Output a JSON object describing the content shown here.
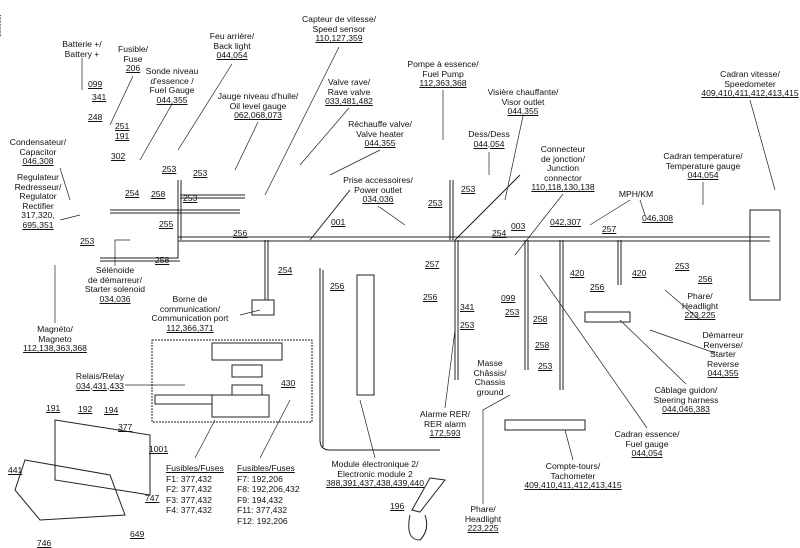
{
  "document_id": "4380607",
  "callouts": [
    {
      "lines": [
        "Batterie +/",
        "Battery +"
      ],
      "code": ""
    },
    {
      "lines": [
        "Fusible/",
        "Fuse"
      ],
      "code": "206"
    },
    {
      "lines": [
        "Sonde niveau",
        "d'essence /",
        "Fuel Gauge"
      ],
      "code": "044,355"
    },
    {
      "lines": [
        "Feu arrière/",
        "Back light"
      ],
      "code": "044,054"
    },
    {
      "lines": [
        "Jauge niveau d'huile/",
        "Oil level gauge"
      ],
      "code": "062,068,073"
    },
    {
      "lines": [
        "Capteur de vitesse/",
        "Speed sensor"
      ],
      "code": "110,127,359"
    },
    {
      "lines": [
        "Valve rave/",
        "Rave valve"
      ],
      "code": "033,481,482"
    },
    {
      "lines": [
        "Réchauffe valve/",
        "Valve heater"
      ],
      "code": "044,355"
    },
    {
      "lines": [
        "Prise accessoires/",
        "Power outlet"
      ],
      "code": "034,036"
    },
    {
      "lines": [
        "Pompe à essence/",
        "Fuel Pump"
      ],
      "code": "112,363,368"
    },
    {
      "lines": [
        "Visière chauffante/",
        "Visor outlet"
      ],
      "code": "044,355"
    },
    {
      "lines": [
        "Dess/Dess"
      ],
      "code": "044,054"
    },
    {
      "lines": [
        "Connecteur",
        "de jonction/",
        "Junction",
        "connector"
      ],
      "code": "110,118,130,138"
    },
    {
      "lines": [
        "Cadran vitesse/",
        "Speedometer"
      ],
      "code": "409,410,411,412,413,415"
    },
    {
      "lines": [
        "Cadran temperature/",
        "Temperature gauge"
      ],
      "code": "044,054"
    },
    {
      "lines": [
        "MPH/KM"
      ],
      "code": ""
    },
    {
      "lines": [
        "Condensateur/",
        "Capacitor"
      ],
      "code": "046,308"
    },
    {
      "lines": [
        "Regulateur",
        "Redresseur/",
        "Regulator",
        "Rectifier",
        "317,320,"
      ],
      "code": "695,351"
    },
    {
      "lines": [
        "Sélénoide",
        "de démarreur/",
        "Starter solenoid"
      ],
      "code": "034,036"
    },
    {
      "lines": [
        "Magnéto/",
        "Magneto"
      ],
      "code": "112,138,363,368"
    },
    {
      "lines": [
        "Borne de",
        "communication/",
        "Communication port"
      ],
      "code": "112,366,371"
    },
    {
      "lines": [
        "Relais/Relay"
      ],
      "code": "034,431,433"
    },
    {
      "lines": [
        "Module électronique 2/",
        "Electronic module 2"
      ],
      "code": "388,391,437,438,439,440"
    },
    {
      "lines": [
        "Alarme RER/",
        "RER alarm"
      ],
      "code": "172,593"
    },
    {
      "lines": [
        "Masse",
        "Châssis/",
        "Chassis",
        "ground"
      ],
      "code": ""
    },
    {
      "lines": [
        "Phare/",
        "Headlight"
      ],
      "code": "223,225"
    },
    {
      "lines": [
        "Compte-tours/",
        "Tachometer"
      ],
      "code": "409,410,411,412,413,415"
    },
    {
      "lines": [
        "Cadran essence/",
        "Fuel gauge"
      ],
      "code": "044,054"
    },
    {
      "lines": [
        "Câblage guidon/",
        "Steering harness"
      ],
      "code": "044,046,383"
    },
    {
      "lines": [
        "Démarreur",
        "Renverse/",
        "Starter",
        "Reverse"
      ],
      "code": "044,355"
    },
    {
      "lines": [
        "Phare/",
        "Headlight"
      ],
      "code": "223,225"
    }
  ],
  "fuse_lists": [
    {
      "title": "Fusibles/Fuses",
      "items": [
        "F1: 377,432",
        "F2: 377,432",
        "F3: 377,432",
        "F4: 377,432"
      ]
    },
    {
      "title": "Fusibles/Fuses",
      "items": [
        "F7: 192,206",
        "F8: 192,206,432",
        "F9: 194,432",
        "F11: 377,432",
        "F12: 192,206"
      ]
    }
  ],
  "refs": [
    "099",
    "341",
    "248",
    "251",
    "191",
    "302",
    "253",
    "253",
    "254",
    "258",
    "253",
    "255",
    "253",
    "258",
    "256",
    "001",
    "254",
    "256",
    "430",
    "253",
    "253",
    "254",
    "003",
    "257",
    "042,307",
    "046,308",
    "420",
    "420",
    "253",
    "256",
    "257",
    "256",
    "099",
    "341",
    "253",
    "253",
    "258",
    "258",
    "253",
    "256",
    "191",
    "192",
    "194",
    "377",
    "1001",
    "441",
    "747",
    "746",
    "649",
    "196"
  ]
}
